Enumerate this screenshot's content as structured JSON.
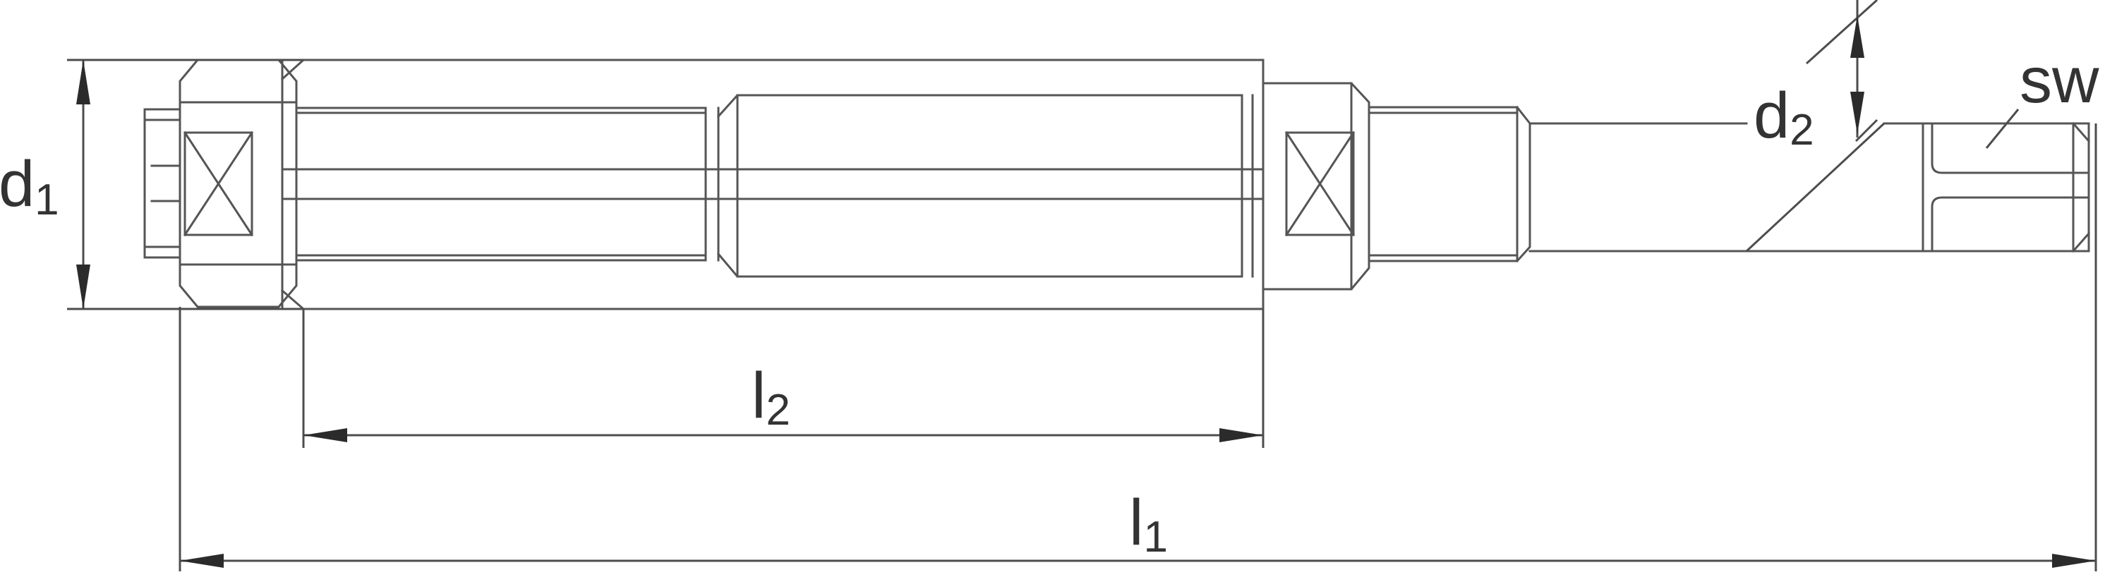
{
  "labels": {
    "d1": {
      "main": "d",
      "sub": "1"
    },
    "d2": {
      "main": "d",
      "sub": "2"
    },
    "l1": {
      "main": "l",
      "sub": "1"
    },
    "l2": {
      "main": "l",
      "sub": "2"
    },
    "sw": {
      "main": "sw"
    }
  },
  "colors": {
    "stroke": "#555555",
    "arrow": "#2b2b2b",
    "text": "#333333",
    "background": "#ffffff"
  }
}
